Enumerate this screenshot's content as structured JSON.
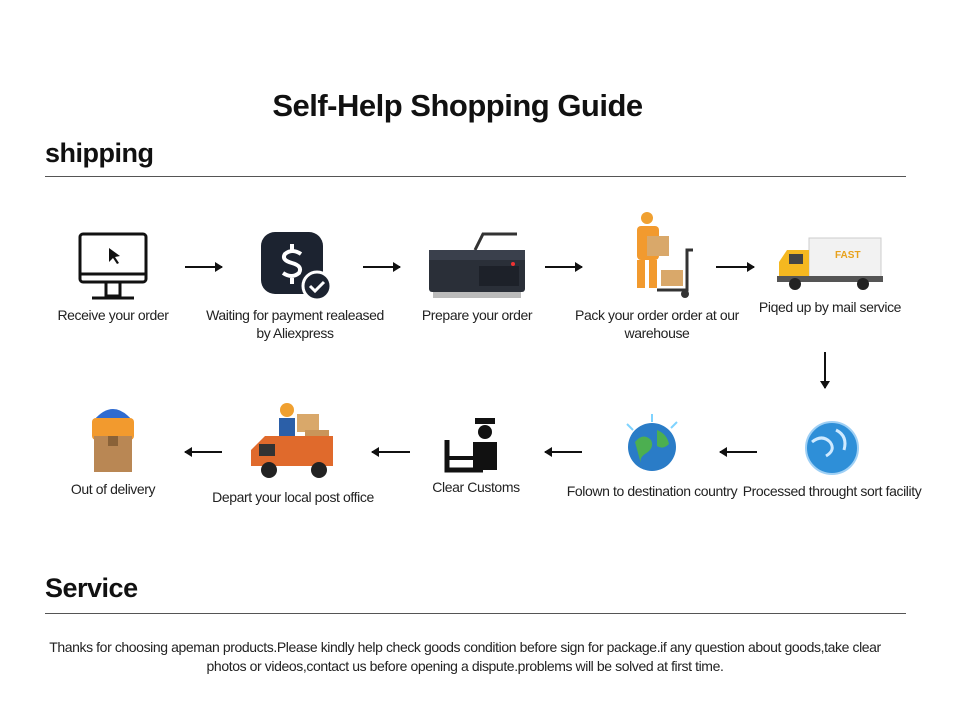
{
  "title": "Self-Help Shopping Guide",
  "shipping": {
    "heading": "shipping",
    "steps": [
      {
        "label": "Receive your order",
        "icon": "monitor-icon"
      },
      {
        "label": "Waiting for payment realeased by Aliexpress",
        "icon": "payment-icon"
      },
      {
        "label": "Prepare your order",
        "icon": "printer-icon"
      },
      {
        "label": "Pack your order order at our warehouse",
        "icon": "warehouse-worker-icon"
      },
      {
        "label": "Piqed up by mail service",
        "icon": "truck-icon"
      },
      {
        "label": "Processed throught sort facility",
        "icon": "globe-icon"
      },
      {
        "label": "Folown to destination country",
        "icon": "earth-icon"
      },
      {
        "label": "Clear Customs",
        "icon": "customs-icon"
      },
      {
        "label": "Depart your local post office",
        "icon": "delivery-van-icon"
      },
      {
        "label": "Out of delivery",
        "icon": "courier-icon"
      }
    ]
  },
  "service": {
    "heading": "Service",
    "note": "Thanks for choosing apeman products.Please kindly help check goods condition before sign for package.if any question about goods,take clear photos or videos,contact us before opening a dispute.problems will be solved at first time."
  }
}
